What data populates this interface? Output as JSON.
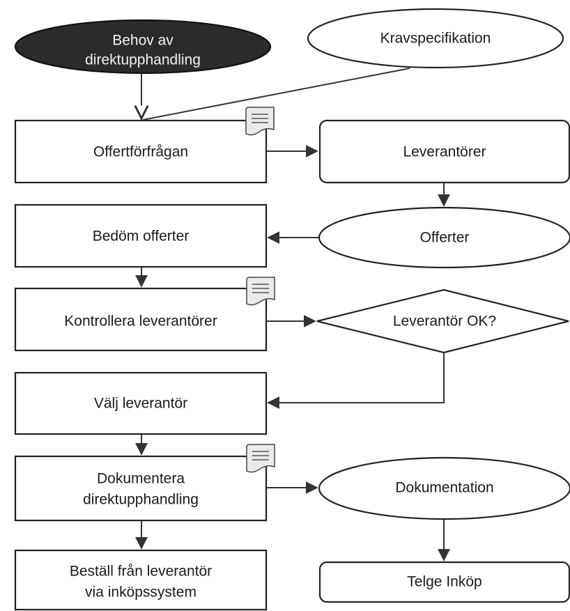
{
  "nodes": {
    "start": {
      "line1": "Behov av",
      "line2": "direktupphandling"
    },
    "kravspecifikation": {
      "label": "Kravspecifikation"
    },
    "offertforfragan": {
      "label": "Offertförfrågan"
    },
    "leverantorer": {
      "label": "Leverantörer"
    },
    "bedom_offerter": {
      "label": "Bedöm offerter"
    },
    "offerter": {
      "label": "Offerter"
    },
    "kontrollera_leverantorer": {
      "label": "Kontrollera leverantörer"
    },
    "leverantor_ok": {
      "label": "Leverantör OK?"
    },
    "valj_leverantor": {
      "label": "Välj leverantör"
    },
    "dokumentera": {
      "line1": "Dokumentera",
      "line2": "direktupphandling"
    },
    "dokumentation": {
      "label": "Dokumentation"
    },
    "bestall": {
      "line1": "Beställ från leverantör",
      "line2": "via inköpssystem"
    },
    "telge_inkop": {
      "label": "Telge Inköp"
    }
  },
  "icons": [
    "document-icon",
    "document-icon",
    "document-icon"
  ]
}
